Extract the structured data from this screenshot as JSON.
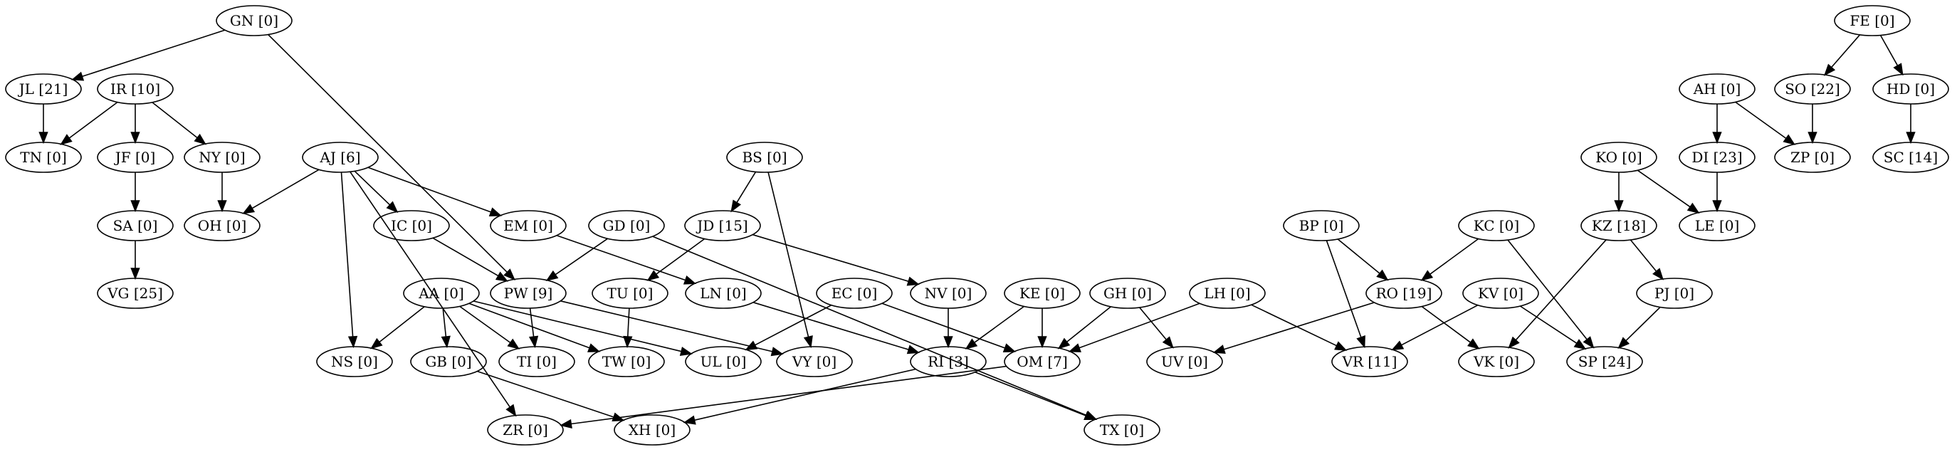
{
  "graph": {
    "nodes": [
      {
        "id": "GN",
        "label": "GN [0]"
      },
      {
        "id": "JL",
        "label": "JL [21]"
      },
      {
        "id": "IR",
        "label": "IR [10]"
      },
      {
        "id": "TN",
        "label": "TN [0]"
      },
      {
        "id": "JF",
        "label": "JF [0]"
      },
      {
        "id": "NY",
        "label": "NY [0]"
      },
      {
        "id": "SA",
        "label": "SA [0]"
      },
      {
        "id": "VG",
        "label": "VG [25]"
      },
      {
        "id": "AJ",
        "label": "AJ [6]"
      },
      {
        "id": "OH",
        "label": "OH [0]"
      },
      {
        "id": "IC",
        "label": "IC [0]"
      },
      {
        "id": "EM",
        "label": "EM [0]"
      },
      {
        "id": "BS",
        "label": "BS [0]"
      },
      {
        "id": "GD",
        "label": "GD [0]"
      },
      {
        "id": "JD",
        "label": "JD [15]"
      },
      {
        "id": "PW",
        "label": "PW [9]"
      },
      {
        "id": "AA",
        "label": "AA [0]"
      },
      {
        "id": "TU",
        "label": "TU [0]"
      },
      {
        "id": "LN",
        "label": "LN [0]"
      },
      {
        "id": "EC",
        "label": "EC [0]"
      },
      {
        "id": "NV",
        "label": "NV [0]"
      },
      {
        "id": "KE",
        "label": "KE [0]"
      },
      {
        "id": "GH",
        "label": "GH [0]"
      },
      {
        "id": "LH",
        "label": "LH [0]"
      },
      {
        "id": "NS",
        "label": "NS [0]"
      },
      {
        "id": "GB",
        "label": "GB [0]"
      },
      {
        "id": "TI",
        "label": "TI [0]"
      },
      {
        "id": "TW",
        "label": "TW [0]"
      },
      {
        "id": "UL",
        "label": "UL [0]"
      },
      {
        "id": "VY",
        "label": "VY [0]"
      },
      {
        "id": "RI",
        "label": "RI [3]"
      },
      {
        "id": "OM",
        "label": "OM [7]"
      },
      {
        "id": "UV",
        "label": "UV [0]"
      },
      {
        "id": "ZR",
        "label": "ZR [0]"
      },
      {
        "id": "XH",
        "label": "XH [0]"
      },
      {
        "id": "TX",
        "label": "TX [0]"
      },
      {
        "id": "FE",
        "label": "FE [0]"
      },
      {
        "id": "AH",
        "label": "AH [0]"
      },
      {
        "id": "SO",
        "label": "SO [22]"
      },
      {
        "id": "HD",
        "label": "HD [0]"
      },
      {
        "id": "DI",
        "label": "DI [23]"
      },
      {
        "id": "ZP",
        "label": "ZP [0]"
      },
      {
        "id": "SC",
        "label": "SC [14]"
      },
      {
        "id": "KO",
        "label": "KO [0]"
      },
      {
        "id": "LE",
        "label": "LE [0]"
      },
      {
        "id": "BP",
        "label": "BP [0]"
      },
      {
        "id": "KC",
        "label": "KC [0]"
      },
      {
        "id": "KZ",
        "label": "KZ [18]"
      },
      {
        "id": "RO",
        "label": "RO [19]"
      },
      {
        "id": "KV",
        "label": "KV [0]"
      },
      {
        "id": "PJ",
        "label": "PJ [0]"
      },
      {
        "id": "VR",
        "label": "VR [11]"
      },
      {
        "id": "VK",
        "label": "VK [0]"
      },
      {
        "id": "SP",
        "label": "SP [24]"
      }
    ],
    "edges": [
      [
        "GN",
        "JL"
      ],
      [
        "GN",
        "PW"
      ],
      [
        "JL",
        "TN"
      ],
      [
        "IR",
        "TN"
      ],
      [
        "IR",
        "JF"
      ],
      [
        "IR",
        "NY"
      ],
      [
        "JF",
        "SA"
      ],
      [
        "SA",
        "VG"
      ],
      [
        "NY",
        "OH"
      ],
      [
        "AJ",
        "OH"
      ],
      [
        "AJ",
        "IC"
      ],
      [
        "AJ",
        "EM"
      ],
      [
        "AJ",
        "NS"
      ],
      [
        "AJ",
        "ZR"
      ],
      [
        "IC",
        "PW"
      ],
      [
        "EM",
        "LN"
      ],
      [
        "BS",
        "JD"
      ],
      [
        "BS",
        "VY"
      ],
      [
        "GD",
        "PW"
      ],
      [
        "GD",
        "TX"
      ],
      [
        "JD",
        "TU"
      ],
      [
        "JD",
        "NV"
      ],
      [
        "PW",
        "TI"
      ],
      [
        "PW",
        "VY"
      ],
      [
        "AA",
        "NS"
      ],
      [
        "AA",
        "GB"
      ],
      [
        "AA",
        "TI"
      ],
      [
        "AA",
        "TW"
      ],
      [
        "AA",
        "UL"
      ],
      [
        "TU",
        "TW"
      ],
      [
        "LN",
        "RI"
      ],
      [
        "EC",
        "UL"
      ],
      [
        "EC",
        "OM"
      ],
      [
        "NV",
        "RI"
      ],
      [
        "KE",
        "RI"
      ],
      [
        "KE",
        "OM"
      ],
      [
        "GH",
        "OM"
      ],
      [
        "GH",
        "UV"
      ],
      [
        "LH",
        "OM"
      ],
      [
        "LH",
        "VR"
      ],
      [
        "GB",
        "XH"
      ],
      [
        "RI",
        "XH"
      ],
      [
        "RI",
        "TX"
      ],
      [
        "OM",
        "ZR"
      ],
      [
        "FE",
        "SO"
      ],
      [
        "FE",
        "HD"
      ],
      [
        "AH",
        "DI"
      ],
      [
        "AH",
        "ZP"
      ],
      [
        "SO",
        "ZP"
      ],
      [
        "HD",
        "SC"
      ],
      [
        "DI",
        "LE"
      ],
      [
        "KO",
        "KZ"
      ],
      [
        "KO",
        "LE"
      ],
      [
        "BP",
        "RO"
      ],
      [
        "BP",
        "VR"
      ],
      [
        "KC",
        "RO"
      ],
      [
        "KC",
        "SP"
      ],
      [
        "KZ",
        "PJ"
      ],
      [
        "KZ",
        "VK"
      ],
      [
        "RO",
        "UV"
      ],
      [
        "RO",
        "VK"
      ],
      [
        "KV",
        "VR"
      ],
      [
        "KV",
        "SP"
      ],
      [
        "PJ",
        "SP"
      ]
    ]
  }
}
